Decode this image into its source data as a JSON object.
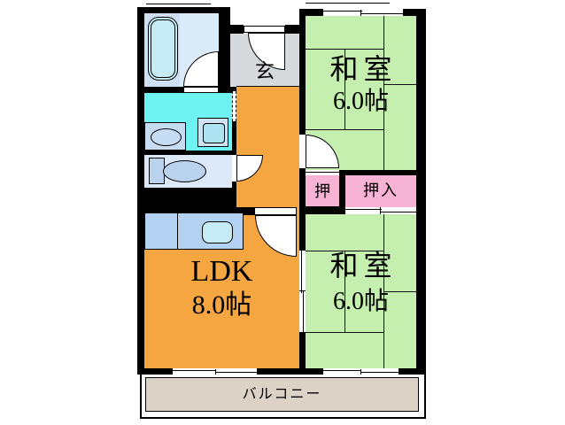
{
  "rooms": {
    "washitsu_north": {
      "name": "和室",
      "size": "6.0帖"
    },
    "washitsu_south": {
      "name": "和室",
      "size": "6.0帖"
    },
    "ldk": {
      "name": "LDK",
      "size": "8.0帖"
    },
    "genkan": {
      "label": "玄"
    },
    "closet_small": {
      "label": "押"
    },
    "closet_large": {
      "label": "押入"
    },
    "balcony": {
      "label": "バルコニー"
    }
  },
  "colors": {
    "wall": "#000000",
    "tatami": "#c5efae",
    "closet": "#f7b3d4",
    "ldk": "#f5a640",
    "genkan": "#d6dadd",
    "washroom": "#6ef2f2",
    "bathroom": "#dcebfa",
    "bathzone": "#cfe0f4",
    "toilet": "#dce9f8",
    "fixture": "#b9d3ee",
    "counter": "#b3d1f0",
    "sink": "#c5ecf5",
    "balcony": "#dcd2c5"
  }
}
